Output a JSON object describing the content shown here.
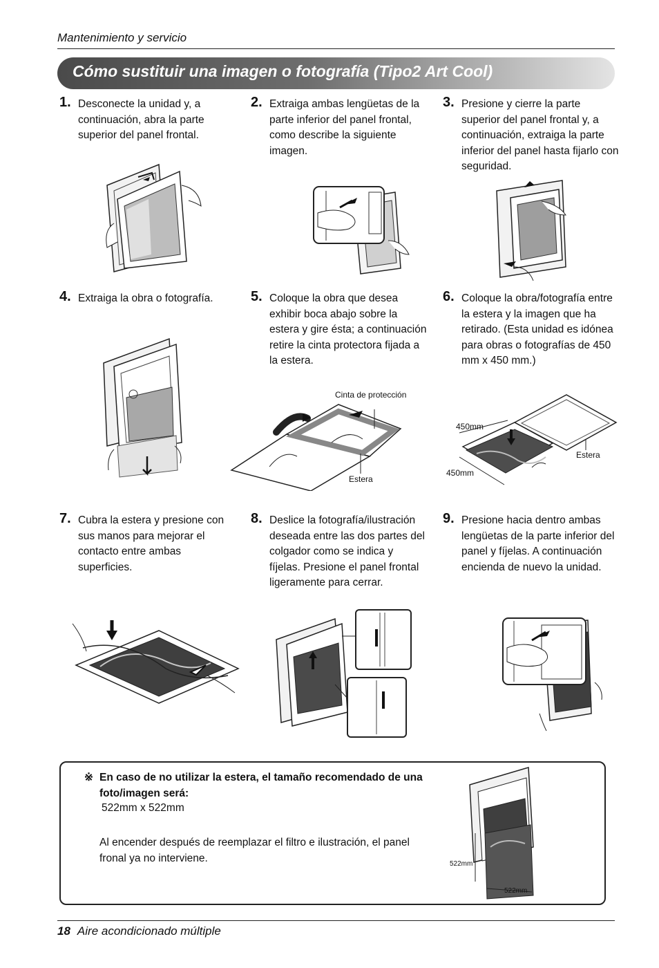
{
  "header": {
    "section": "Mantenimiento y servicio"
  },
  "title": "Cómo sustituir una imagen o fotografía (Tipo2 Art Cool)",
  "steps": [
    {
      "num": "1.",
      "text": "Desconecte la unidad y, a continuación, abra la parte superior del panel frontal."
    },
    {
      "num": "2.",
      "text": "Extraiga ambas lengüetas de la parte inferior del panel frontal, como describe la siguiente imagen."
    },
    {
      "num": "3.",
      "text": "Presione y cierre la parte superior del panel frontal y, a continuación, extraiga la parte inferior del panel hasta fijarlo con seguridad."
    },
    {
      "num": "4.",
      "text": "Extraiga la obra o fotografía."
    },
    {
      "num": "5.",
      "text": "Coloque la obra que desea exhibir boca abajo sobre la estera y gire ésta; a continuación retire la cinta protectora fijada a la estera."
    },
    {
      "num": "6.",
      "text": "Coloque la obra/fotografía entre la estera y la imagen que ha retirado.  (Esta unidad es idónea para obras o fotografías de 450 mm x 450 mm.)"
    },
    {
      "num": "7.",
      "text": "Cubra la estera y presione con sus manos para mejorar el contacto entre ambas superficies."
    },
    {
      "num": "8.",
      "text": "Deslice la fotografía/ilustración deseada entre las dos partes del colgador como se indica y fíjelas. Presione el panel frontal ligeramente para cerrar."
    },
    {
      "num": "9.",
      "text": "Presione hacia dentro ambas lengüetas de la parte inferior del panel y fíjelas.  A continuación encienda de nuevo la unidad."
    }
  ],
  "figure_labels": {
    "cinta": "Cinta de protección",
    "estera5": "Estera",
    "estera6": "Estera",
    "dim450a": "450mm",
    "dim450b": "450mm",
    "dim522a": "522mm",
    "dim522b": "522mm"
  },
  "note": {
    "symbol": "※",
    "bold": "En caso de no utilizar la estera, el tamaño recomendado de una foto/imagen será:",
    "size": "522mm x 522mm",
    "para": "Al encender después de reemplazar el filtro e ilustración, el panel fronal ya no interviene."
  },
  "footer": {
    "page": "18",
    "title": "Aire acondicionado múltiple"
  }
}
